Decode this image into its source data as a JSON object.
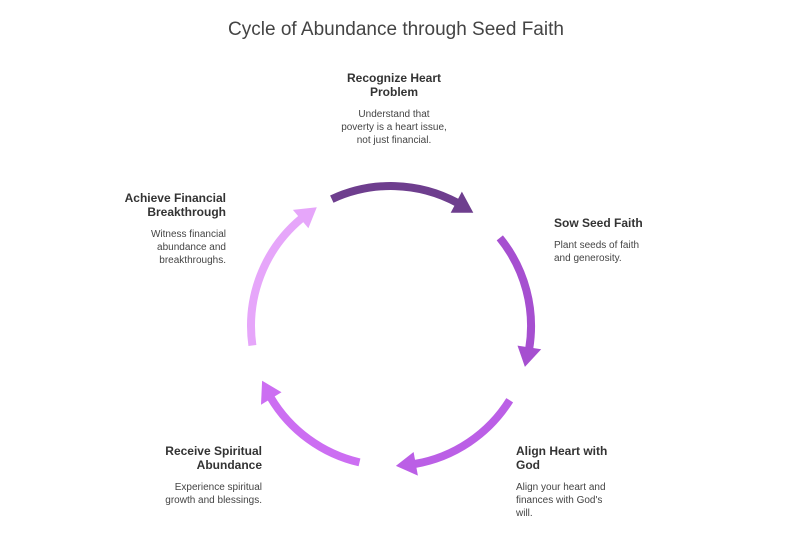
{
  "title": "Cycle of Abundance through Seed Faith",
  "steps": [
    {
      "heading": "Recognize Heart Problem",
      "description": "Understand that poverty is a heart issue, not just financial.",
      "color": "#6e3e8e"
    },
    {
      "heading": "Sow Seed Faith",
      "description": "Plant seeds of faith and generosity.",
      "color": "#a64fd0"
    },
    {
      "heading": "Align Heart with God",
      "description": "Align your heart and finances with God's will.",
      "color": "#bb5fe6"
    },
    {
      "heading": "Receive Spiritual Abundance",
      "description": "Experience spiritual growth and blessings.",
      "color": "#cc6ef2"
    },
    {
      "heading": "Achieve Financial Breakthrough",
      "description": "Witness financial abundance and breakthroughs.",
      "color": "#e6a6fa"
    }
  ]
}
